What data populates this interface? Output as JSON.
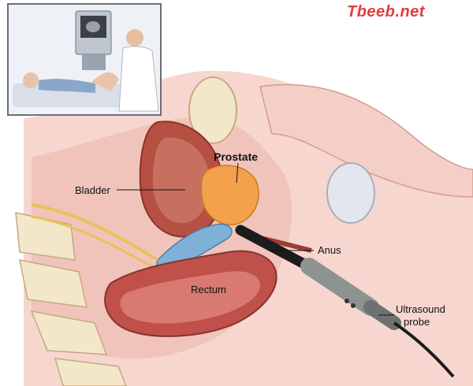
{
  "watermark": "Tbeeb.net",
  "labels": {
    "prostate": "Prostate",
    "bladder": "Bladder",
    "anus": "Anus",
    "rectum": "Rectum",
    "ultrasound_line1": "Ultrasound",
    "ultrasound_line2": "probe"
  },
  "colors": {
    "watermark": "#e43b3b",
    "tissue_pink": "#f2c5bd",
    "bladder_red": "#b55042",
    "prostate_orange": "#f3a14a",
    "rectum_red": "#c0504a",
    "probe_gray": "#8d9390"
  }
}
